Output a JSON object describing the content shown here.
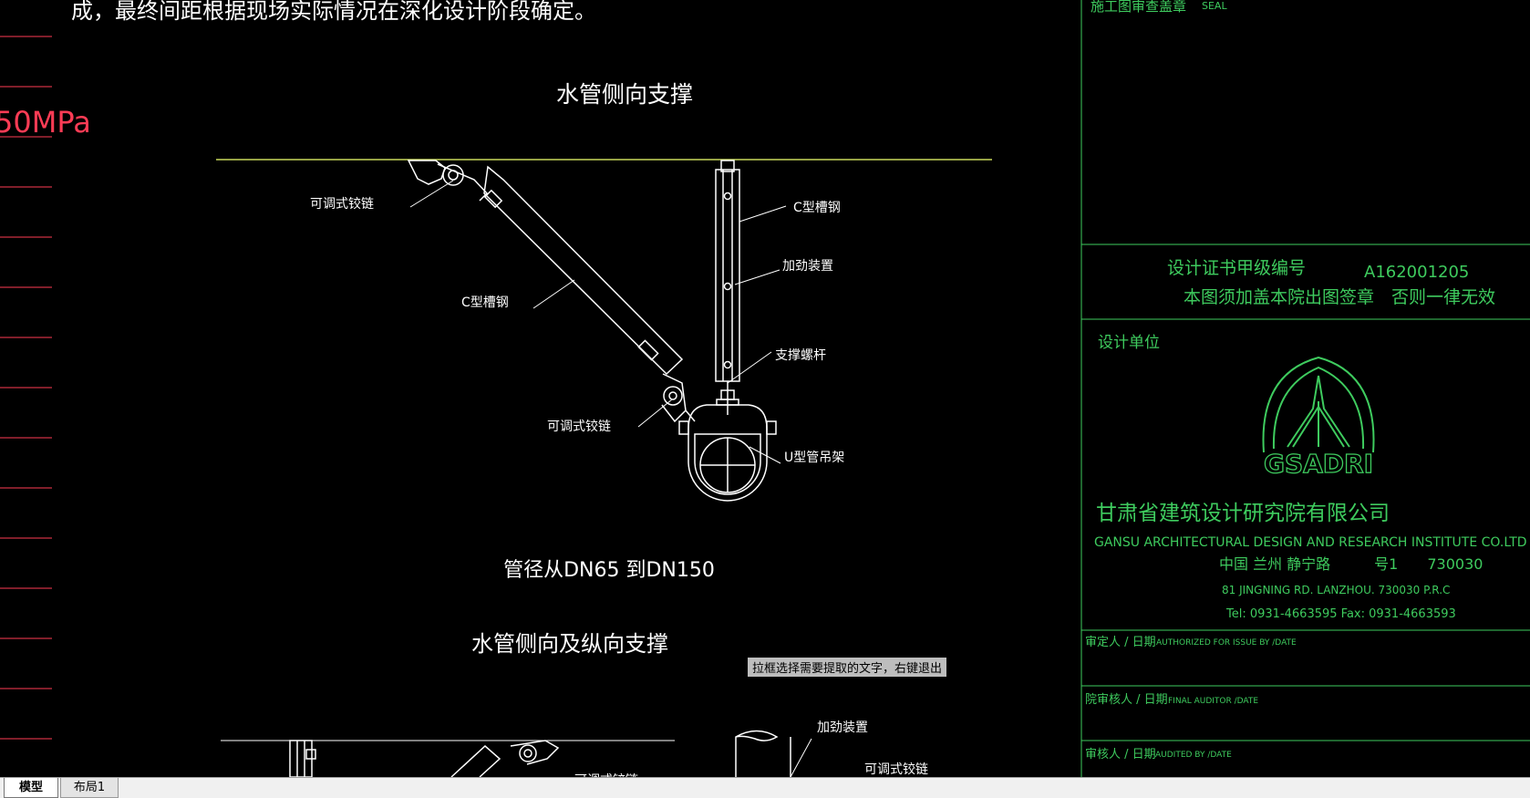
{
  "drawing": {
    "note_top": "成，最终间距根据现场实际情况在深化设计阶段确定。",
    "left_margin_text": "50MPa",
    "title_lateral": "水管侧向支撑",
    "labels": {
      "adjustable_hinge": "可调式铰链",
      "c_channel": "C型槽钢",
      "stiffener": "加劲装置",
      "support_screw": "支撑螺杆",
      "u_hanger": "U型管吊架"
    },
    "pipe_range": "管径从DN65 到DN150",
    "title_lateral_longitudinal": "水管侧向及纵向支撑"
  },
  "title_block": {
    "seal_label": "施工图审查盖章",
    "seal_label_en": "SEAL",
    "cert_label": "设计证书甲级编号",
    "cert_number": "A162001205",
    "stamp_notice": "本图须加盖本院出图签章　否则一律无效",
    "design_unit": "设计单位",
    "logo_text": "GSADRI",
    "company_cn": "甘肃省建筑设计研究院有限公司",
    "company_en": "GANSU ARCHITECTURAL DESIGN AND RESEARCH INSTITUTE CO.LTD",
    "address_cn": "中国 兰州 静宁路　　　号1　　730030",
    "address_en": "81 JINGNING RD.  LANZHOU. 730030   P.R.C",
    "tel_fax": "Tel: 0931-4663595   Fax: 0931-4663593",
    "approver": "审定人 / 日期",
    "approver_en": "AUTHORIZED FOR ISSUE BY /DATE",
    "final_auditor": "院审核人 / 日期",
    "final_auditor_en": "FINAL AUDITOR /DATE",
    "auditor": "审核人 / 日期",
    "auditor_en": "AUDITED BY /DATE"
  },
  "command_tip": "拉框选择需要提取的文字，右键退出",
  "tabs": [
    "模型",
    "布局1"
  ],
  "colors": {
    "background": "#000000",
    "linework": "#ffffff",
    "titleblock": "#3ecb5e",
    "margin_red": "#ff3c55",
    "ceiling_line": "#c8d85a"
  }
}
